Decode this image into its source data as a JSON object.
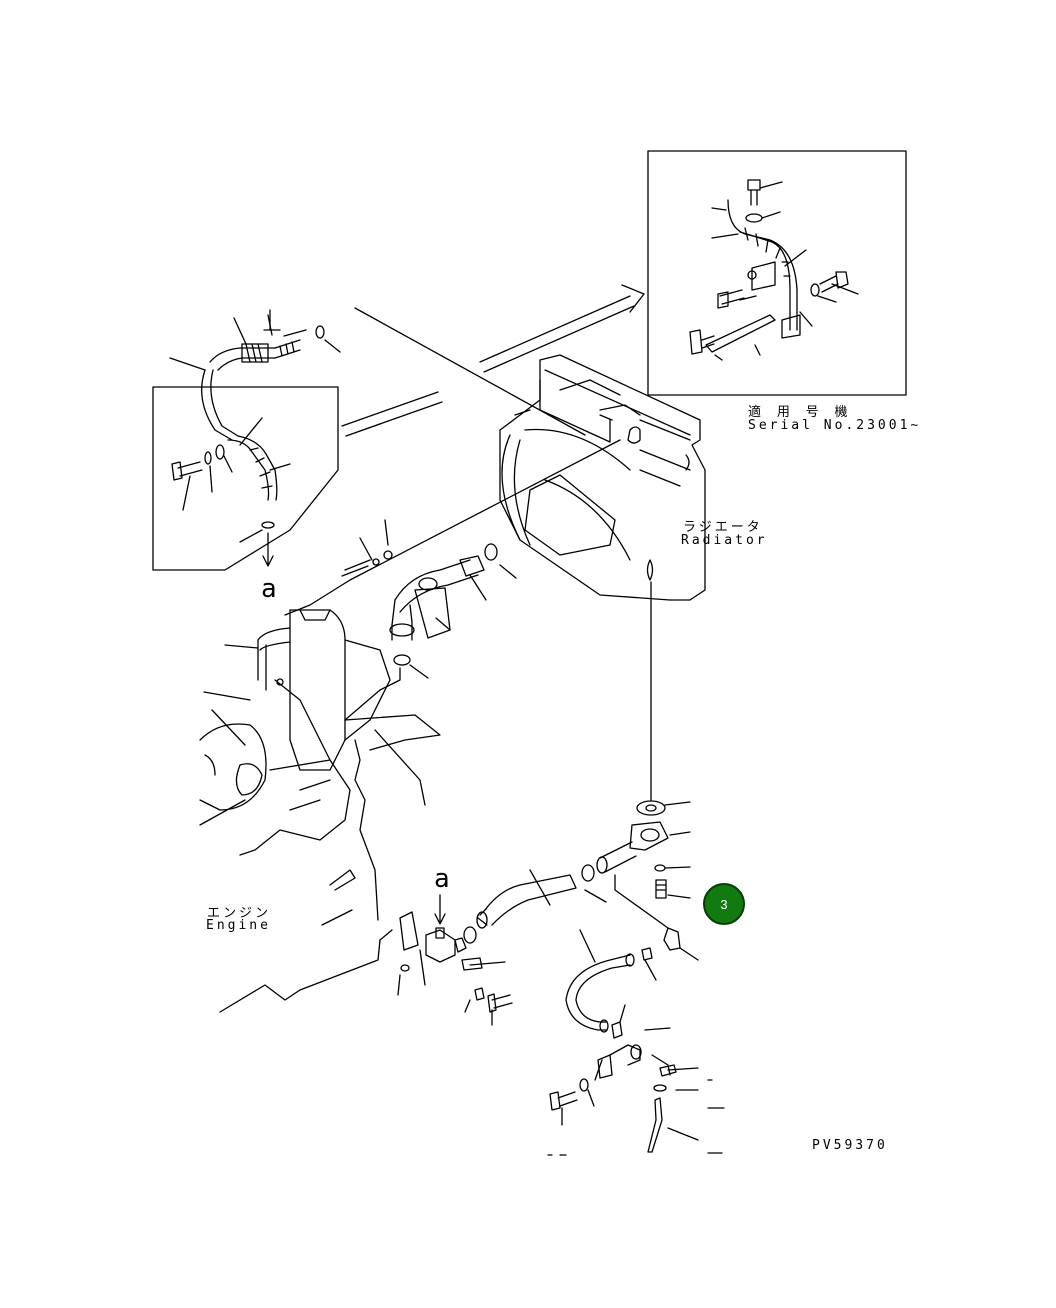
{
  "inset": {
    "jp": "適 用 号 機",
    "serial": "Serial No.23001∼"
  },
  "radiator": {
    "jp": "ラジエータ",
    "en": "Radiator"
  },
  "engine": {
    "jp": "エンジン",
    "en": "Engine"
  },
  "view_markers": {
    "top": "a",
    "lower": "a"
  },
  "callout": {
    "number": "3",
    "color": "#117a11"
  },
  "drawing_code": "PV59370"
}
